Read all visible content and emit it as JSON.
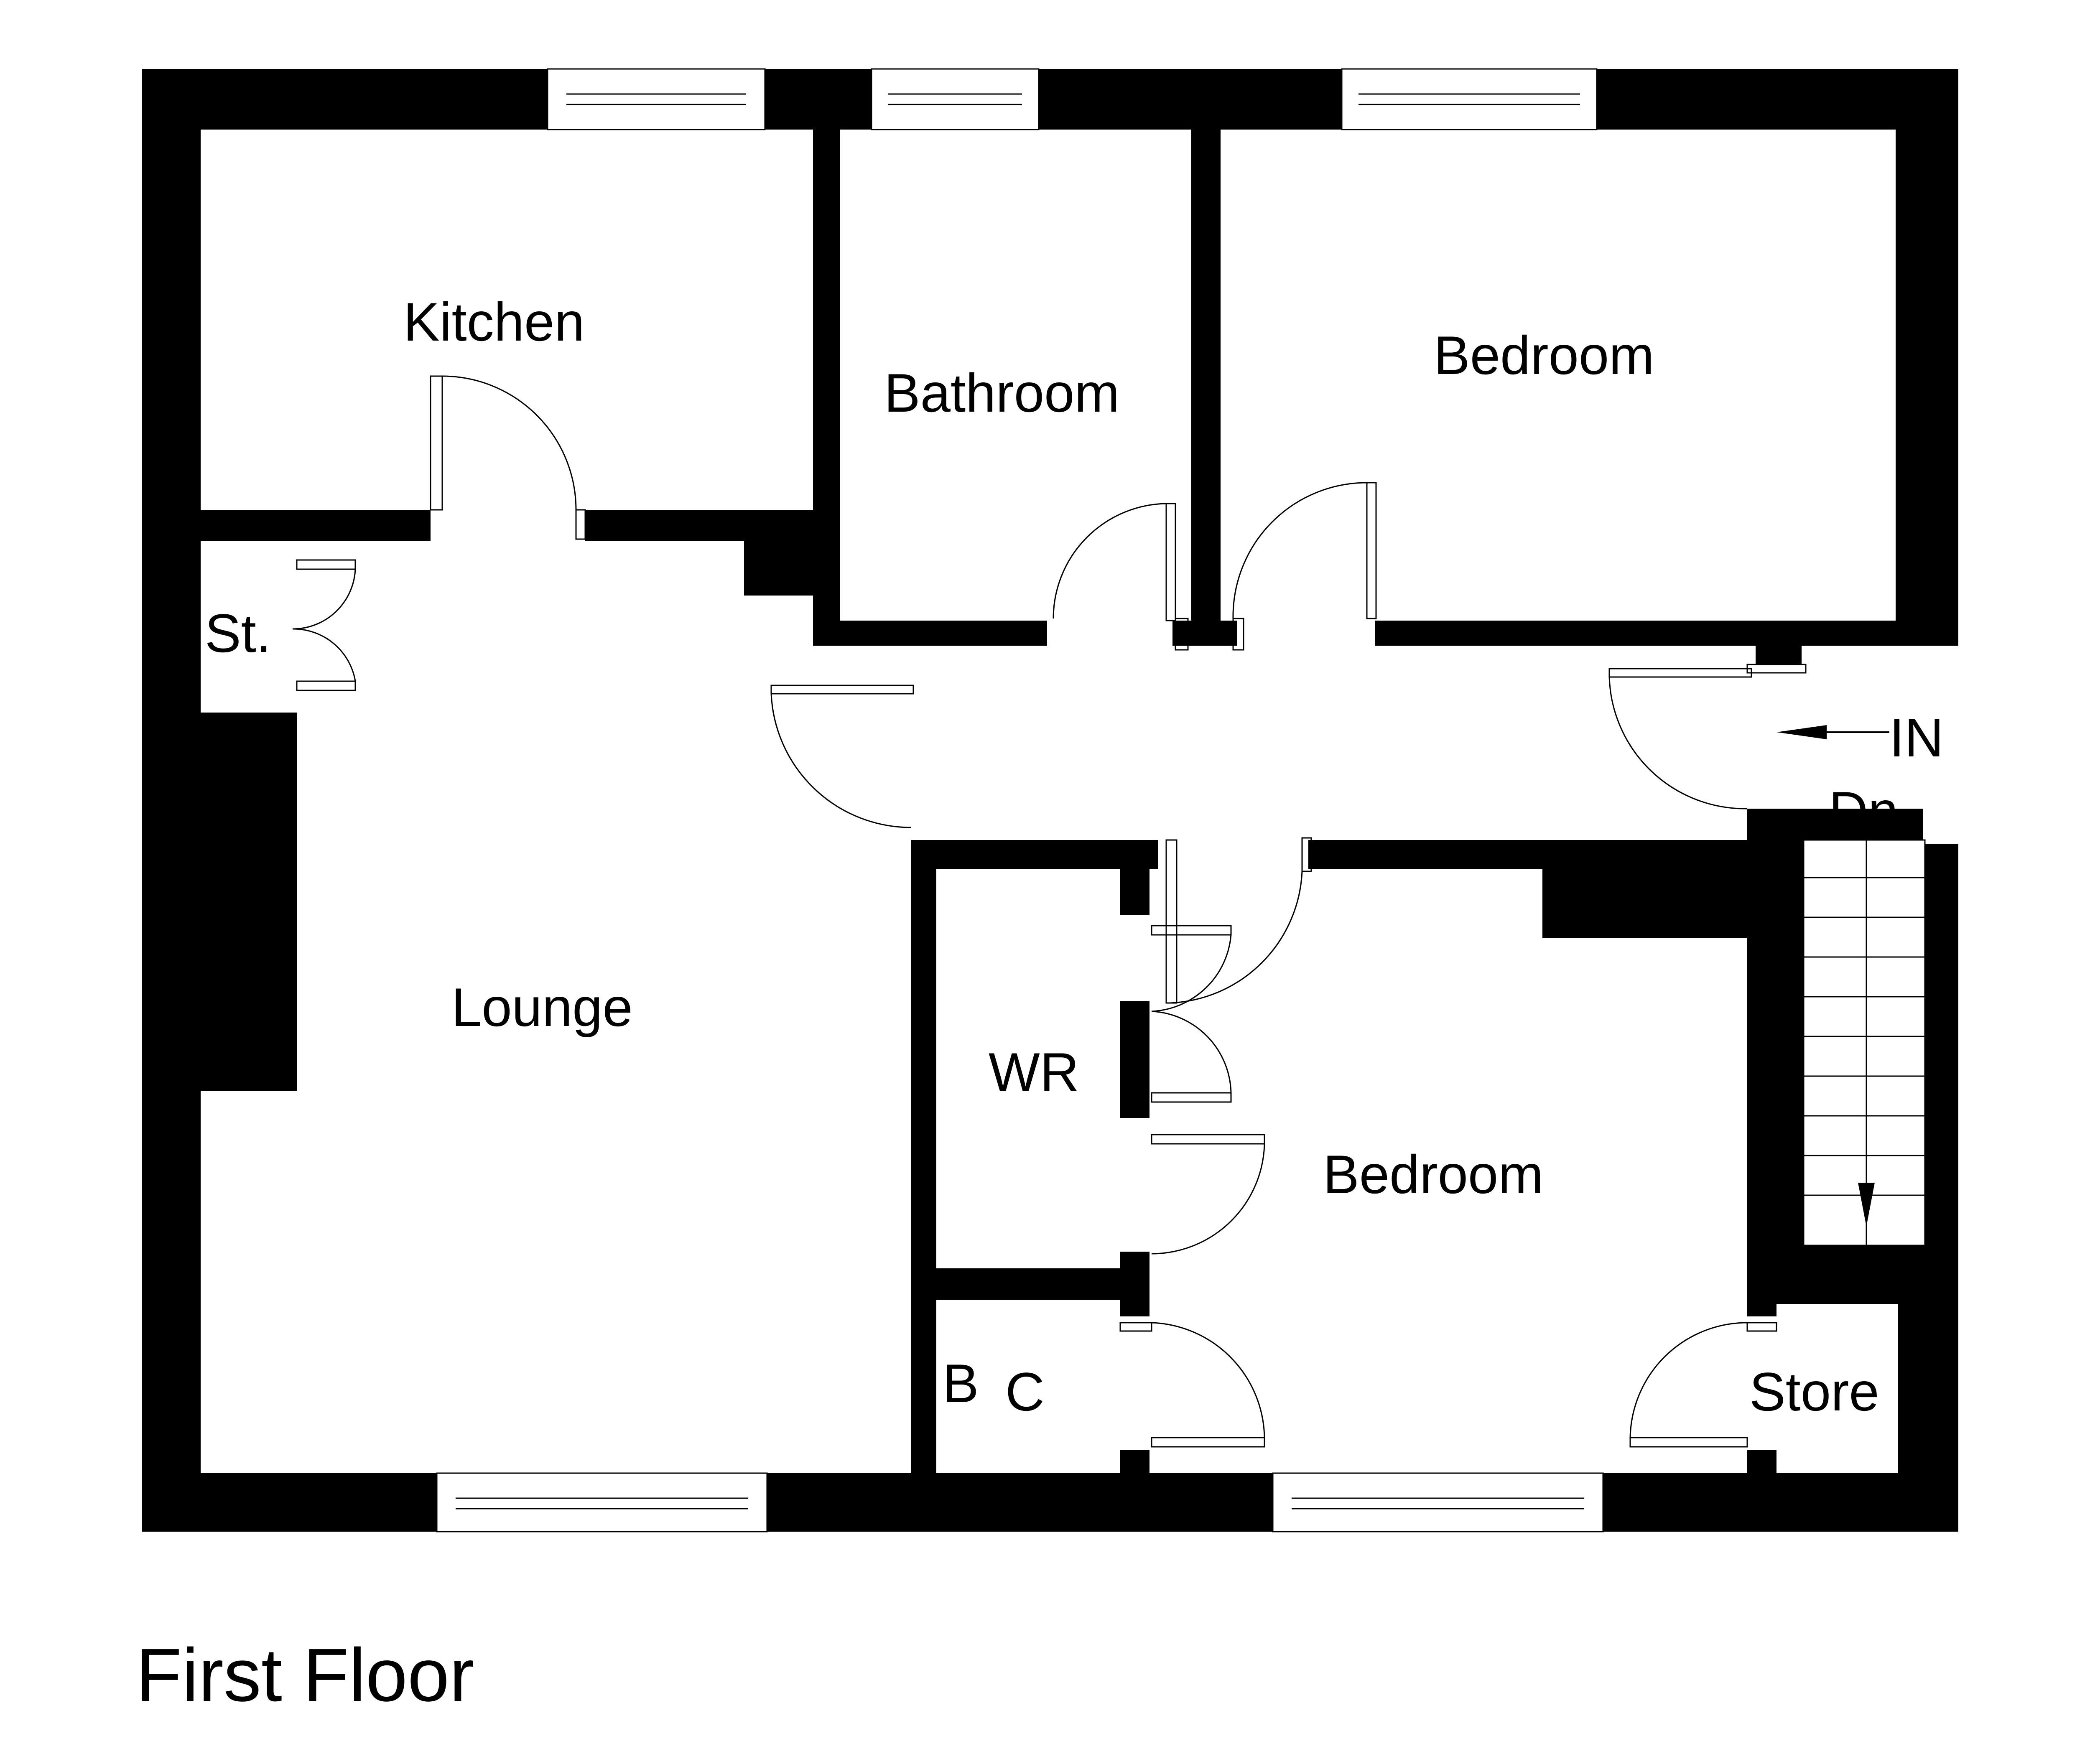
{
  "plan": {
    "title": "First Floor",
    "rooms": {
      "kitchen": "Kitchen",
      "bathroom": "Bathroom",
      "bedroom_rear": "Bedroom",
      "storage_cupboard": "St.",
      "lounge": "Lounge",
      "wardrobe": "WR",
      "boiler_cupboard_b": "B",
      "boiler_cupboard_c": "C",
      "bedroom_front": "Bedroom",
      "store": "Store"
    },
    "entrance_label": "IN",
    "stairs_label": "Dn"
  },
  "colors": {
    "wall": "#000000",
    "background": "#ffffff"
  }
}
